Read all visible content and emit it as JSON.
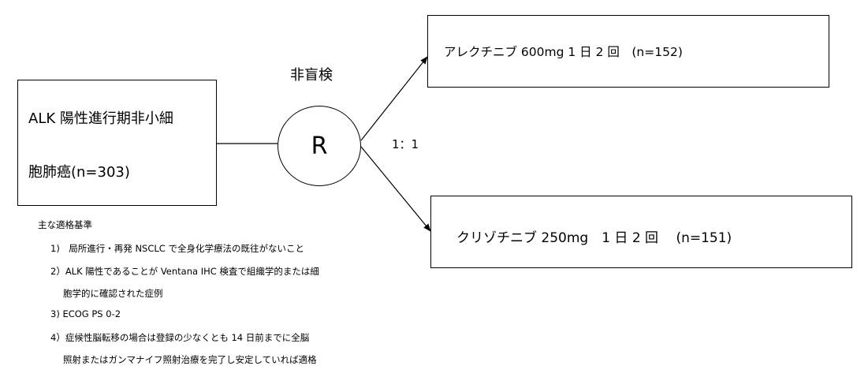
{
  "population": {
    "line1": "ALK 陽性進行期非小細",
    "line2": "胞肺癌(n=303)"
  },
  "blinding": "非盲検",
  "randomization": {
    "symbol": "R",
    "ratio": "1：1"
  },
  "arms": [
    {
      "label": "アレクチニブ 600mg 1 日 2 回　(n=152)"
    },
    {
      "label": "クリゾチニブ 250mg　1 日 2 回　 (n=151)"
    }
  ],
  "criteria": {
    "heading": "主な適格基準",
    "items": [
      "1)　局所進行・再発 NSCLC で全身化学療法の既往がないこと",
      "2）ALK 陽性であることが Ventana IHC 検査で組織学的または細",
      "胞学的に確認された症例",
      "3) ECOG PS 0-2",
      "4）症候性脳転移の場合は登録の少なくとも 14 日前までに全脳",
      "照射またはガンマナイフ照射治療を完了し安定していれば適格"
    ]
  }
}
